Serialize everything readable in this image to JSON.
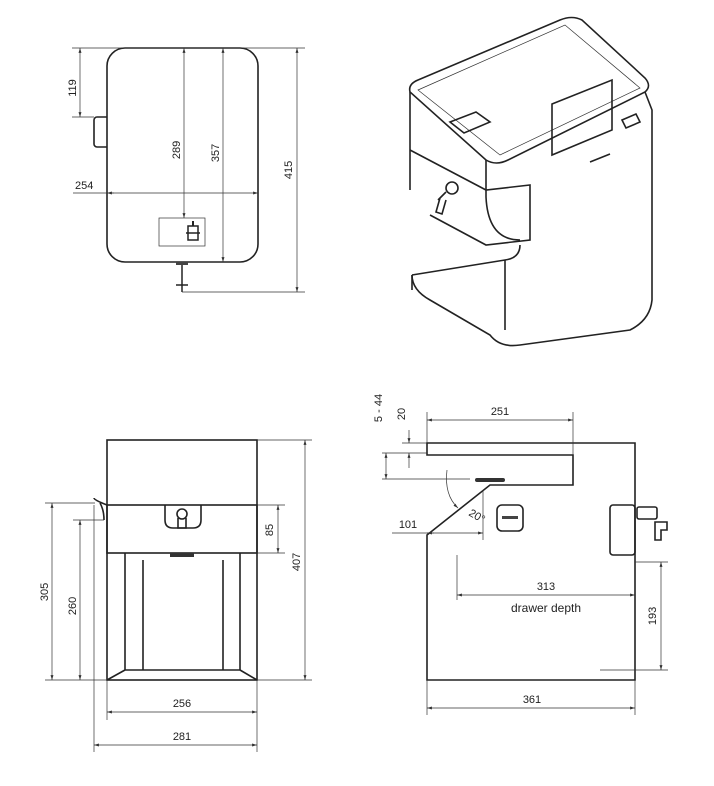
{
  "top_view": {
    "dims": {
      "offset": "119",
      "lock_depth": "289",
      "body_depth": "357",
      "total_depth": "415",
      "width": "254"
    }
  },
  "front_view": {
    "dims": {
      "total_height": "305",
      "drawer_height": "260",
      "band": "85",
      "height": "407",
      "width": "256",
      "total_width": "281"
    }
  },
  "side_view": {
    "dims": {
      "arm_length": "251",
      "thickness": "20",
      "range": "5 - 44",
      "angle": "20°",
      "offset": "101",
      "drawer": "313",
      "drawer_label": "drawer depth",
      "lock_height": "193",
      "depth": "361"
    }
  },
  "colors": {
    "line": "#222222",
    "background": "#ffffff"
  }
}
